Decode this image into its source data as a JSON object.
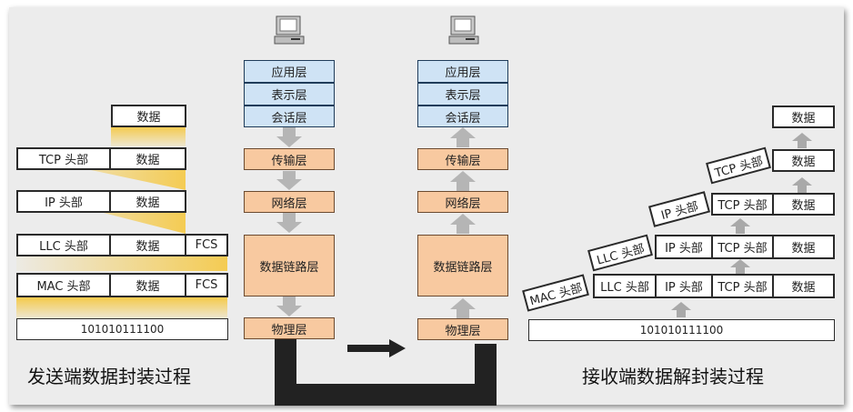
{
  "left": {
    "row1": {
      "data": "数据"
    },
    "row2": {
      "header": "TCP 头部",
      "data": "数据"
    },
    "row3": {
      "header": "IP 头部",
      "data": "数据"
    },
    "row4": {
      "header": "LLC 头部",
      "data": "数据",
      "trailer": "FCS"
    },
    "row5": {
      "header": "MAC 头部",
      "data": "数据",
      "trailer": "FCS"
    },
    "bits": "101010111100",
    "caption": "发送端数据封装过程"
  },
  "sender_stack": {
    "layers": [
      "应用层",
      "表示层",
      "会话层",
      "传输层",
      "网络层",
      "数据链路层",
      "物理层"
    ]
  },
  "receiver_stack": {
    "layers": [
      "应用层",
      "表示层",
      "会话层",
      "传输层",
      "网络层",
      "数据链路层",
      "物理层"
    ]
  },
  "right": {
    "row1": {
      "data": "数据"
    },
    "row2": {
      "tag": "TCP 头部",
      "data": "数据"
    },
    "row3": {
      "tag": "IP 头部",
      "tcp": "TCP 头部",
      "data": "数据"
    },
    "row4": {
      "tag": "LLC 头部",
      "ip": "IP 头部",
      "tcp": "TCP 头部",
      "data": "数据"
    },
    "row5": {
      "tag": "MAC 头部",
      "llc": "LLC 头部",
      "ip": "IP 头部",
      "tcp": "TCP 头部",
      "data": "数据"
    },
    "bits": "101010111100",
    "caption": "接收端数据解封装过程"
  },
  "colors": {
    "app_layer": "#cfe3f5",
    "lower_layer": "#f8c9a0",
    "wedge": "#f5c842",
    "cable": "#222222"
  },
  "icons": {
    "sender": "computer-icon",
    "receiver": "computer-icon"
  }
}
